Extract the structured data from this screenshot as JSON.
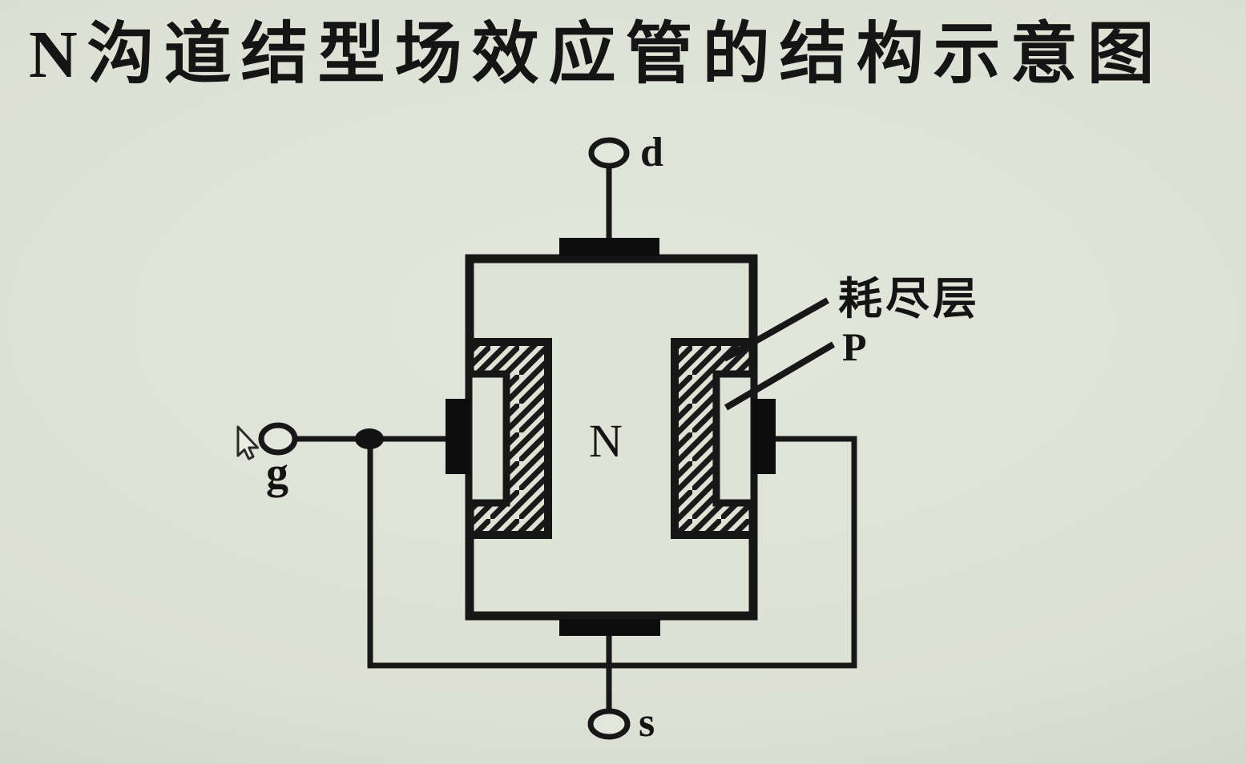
{
  "title": "N沟道结型场效应管的结构示意图",
  "diagram": {
    "channel_label": "N",
    "terminals": {
      "drain": "d",
      "gate": "g",
      "source": "s"
    },
    "annotations": {
      "depletion_layer": "耗尽层",
      "p_region": "P"
    }
  },
  "colors": {
    "background": "#dde1d4",
    "ink": "#171717",
    "contact_fill": "#0d0d0d"
  }
}
